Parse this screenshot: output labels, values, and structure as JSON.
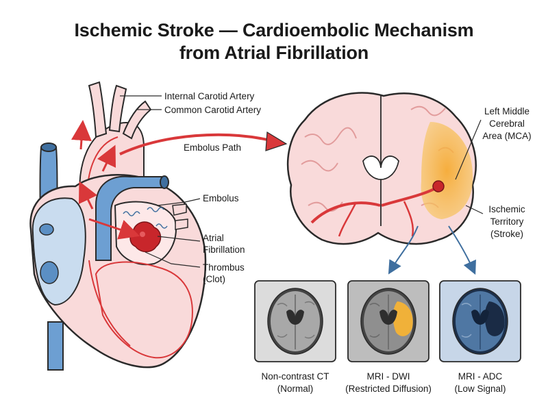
{
  "title": {
    "line1": "Ischemic Stroke — Cardioembolic Mechanism",
    "line2": "from Atrial Fibrillation"
  },
  "labels": {
    "internal_carotid": "Internal Carotid Artery",
    "common_carotid": "Common Carotid Artery",
    "embolus_path": "Embolus Path",
    "embolus": "Embolus",
    "af_line1": "Atrial",
    "af_line2": "Fibrillation",
    "thrombus_line1": "Thrombus",
    "thrombus_line2": "(Clot)",
    "mca_line1": "Left Middle",
    "mca_line2": "Cerebral",
    "mca_line3": "Area (MCA)",
    "isch_line1": "Ischemic",
    "isch_line2": "Territory",
    "isch_line3": "(Stroke)"
  },
  "scans": [
    {
      "line1": "Non-contrast CT",
      "line2": "(Normal)"
    },
    {
      "line1": "MRI - DWI",
      "line2": "(Restricted Diffusion)"
    },
    {
      "line1": "MRI - ADC",
      "line2": "(Low Signal)"
    }
  ],
  "colors": {
    "artery": "#d9383a",
    "vein": "#5b8fc4",
    "tissue": "#f9dada",
    "ischemia": "#f5b335",
    "outline": "#2a2a2a"
  }
}
